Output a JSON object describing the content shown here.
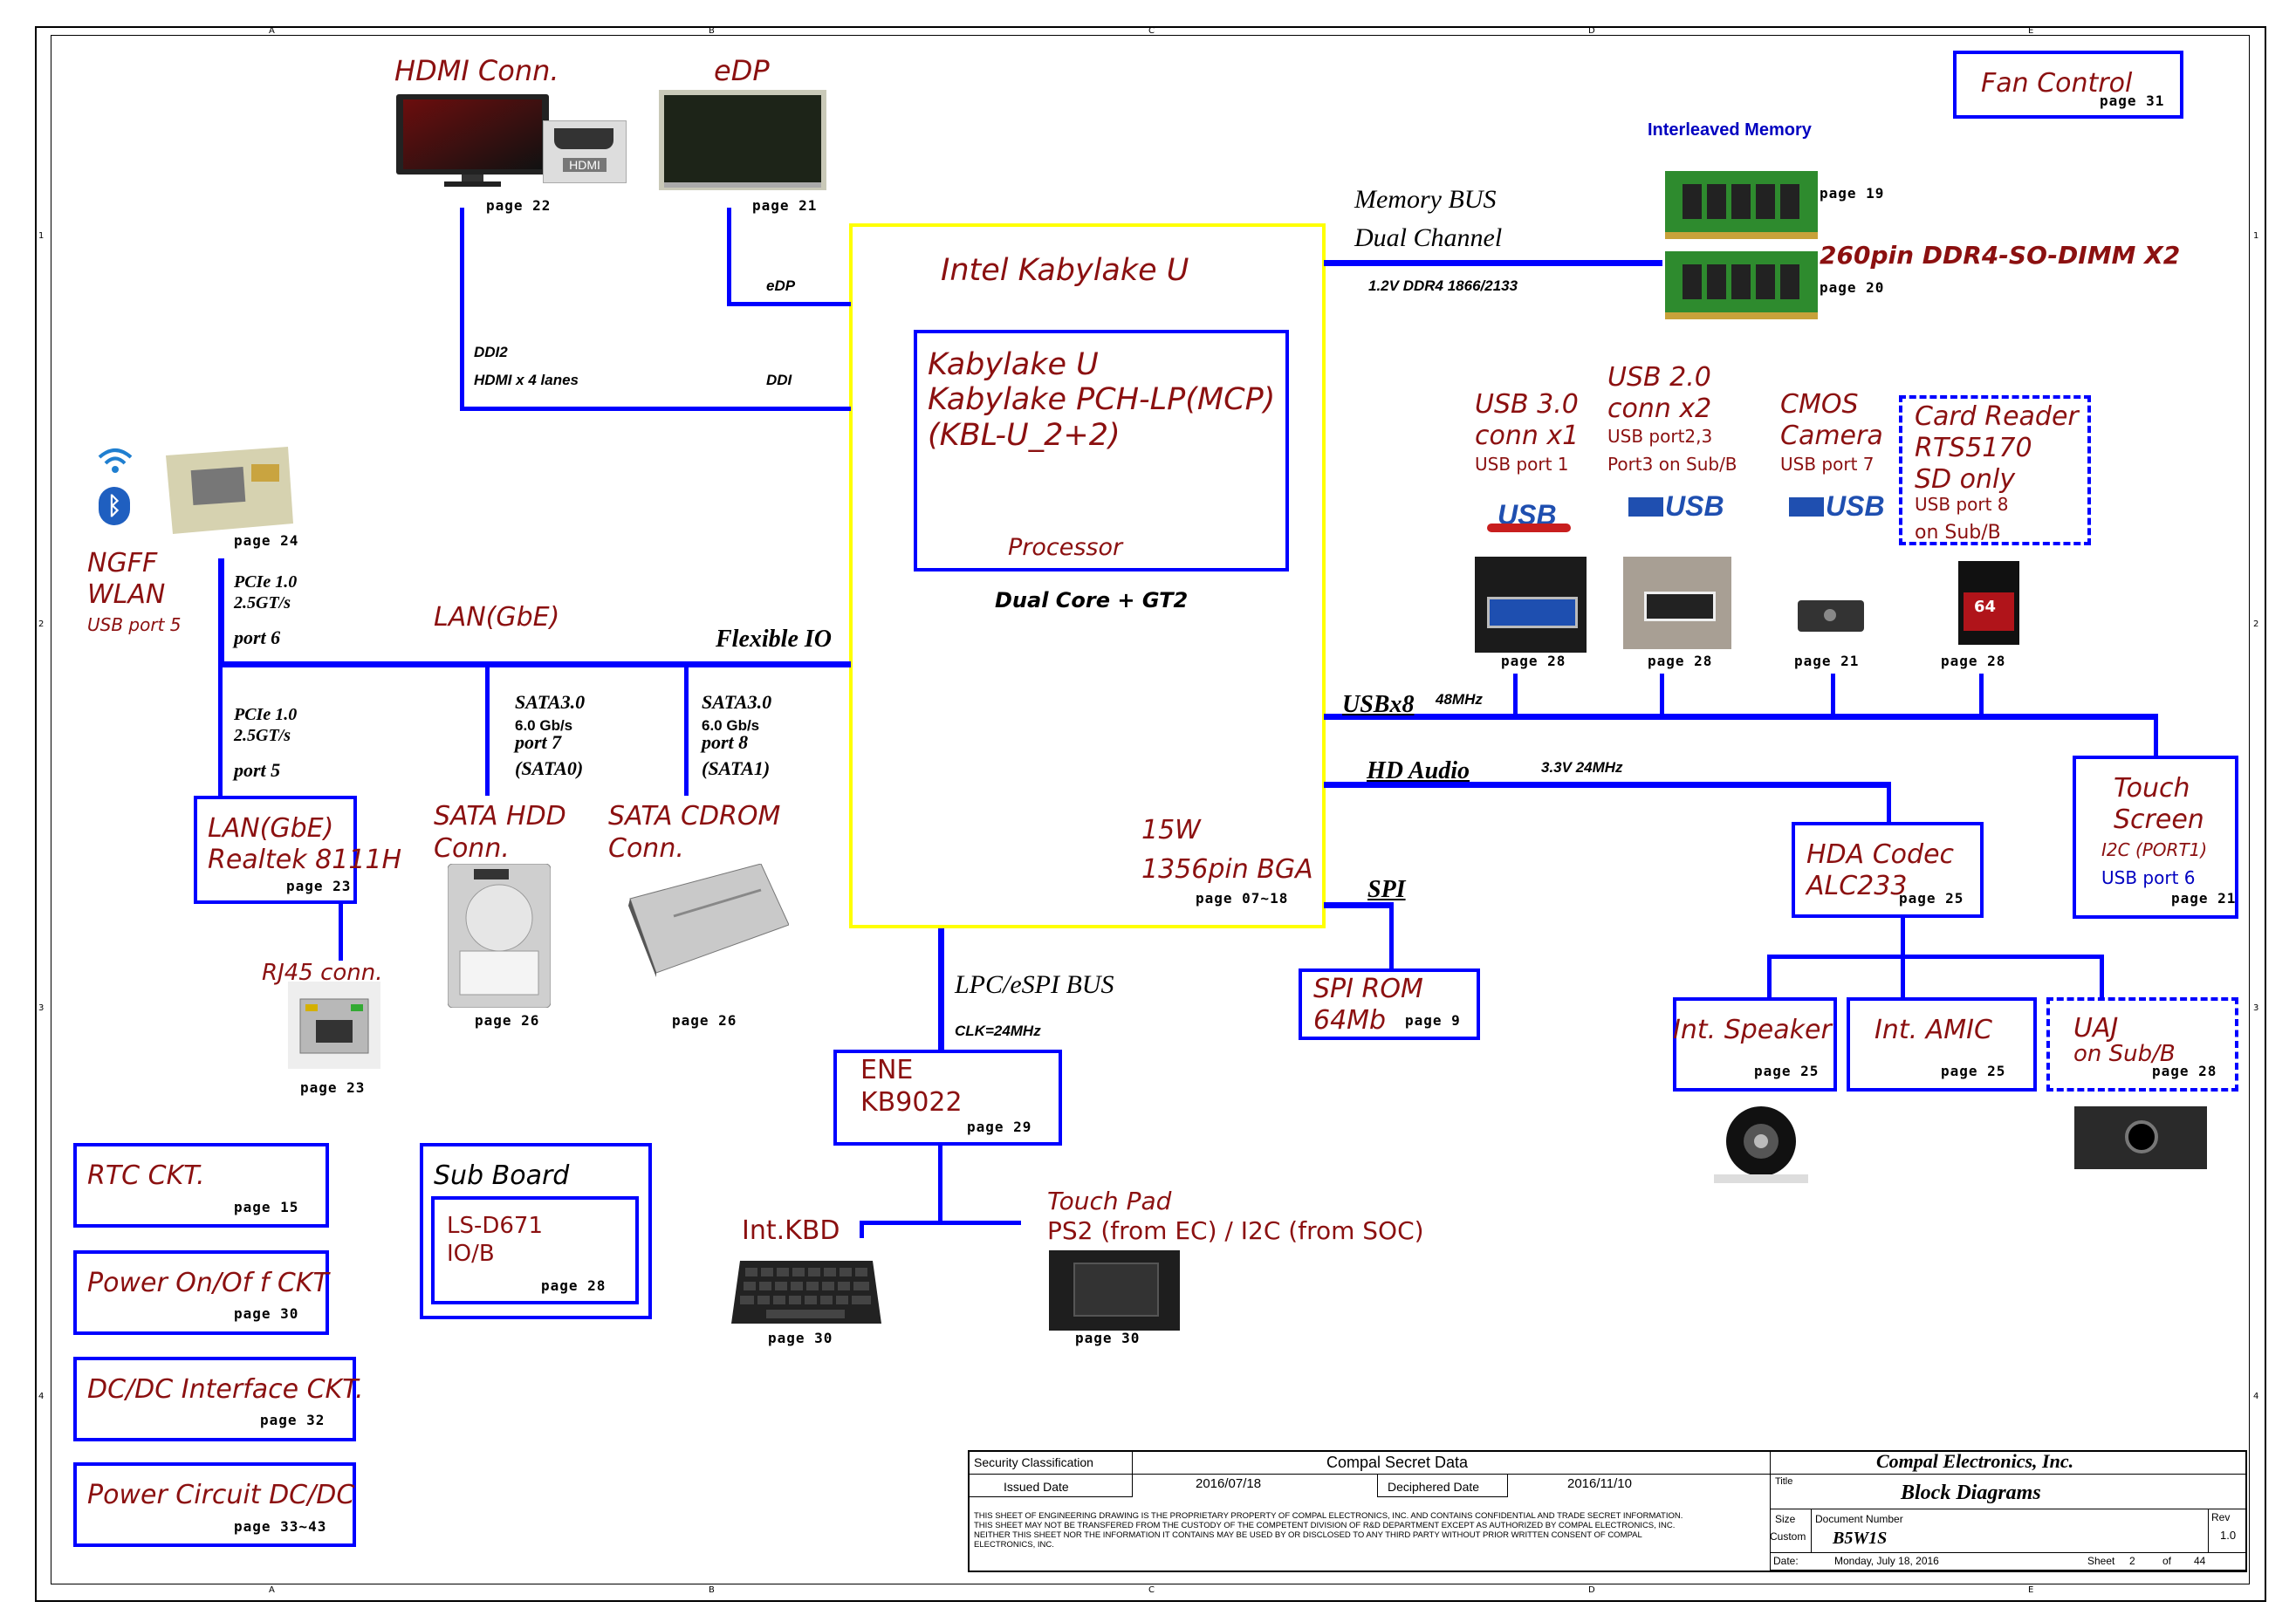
{
  "frame": {
    "col_markers": [
      "A",
      "B",
      "C",
      "D",
      "E"
    ],
    "row_markers": [
      "1",
      "2",
      "3",
      "4"
    ]
  },
  "hdmi": {
    "title": "HDMI Conn.",
    "page": "page  22",
    "badge": "HDMI"
  },
  "edp": {
    "title": "eDP",
    "page": "page  21"
  },
  "fan": {
    "title": "Fan Control",
    "page": "page  31"
  },
  "memory": {
    "interleaved": "Interleaved  Memory",
    "bus": "Memory  BUS",
    "channel": "Dual  Channel",
    "spec": "1.2V  DDR4  1866/2133",
    "page1": "page  19",
    "page2": "page  20",
    "dimm": "260pin  DDR4-SO-DIMM  X2"
  },
  "cpu": {
    "title": "Intel Kabylake U",
    "inner_l1": "Kabylake U",
    "inner_l2": "Kabylake PCH-LP(MCP)",
    "inner_l3": "(KBL-U_2+2)",
    "processor": "Processor",
    "cores": "Dual Core + GT2",
    "power": "15W",
    "package": "1356pin  BGA",
    "page": "page  07~18",
    "flex_io": "Flexible  IO",
    "edp_label": "eDP",
    "ddi2": "DDI2",
    "hdmi_lanes": "HDMI x 4  lanes",
    "ddi": "DDI"
  },
  "wlan": {
    "page": "page  24",
    "title1": "NGFF",
    "title2": "WLAN",
    "usb": "USB port 5",
    "pcie": "PCIe  1.0",
    "speed": "2.5GT/s",
    "port": "port 6",
    "lan_label": "LAN(GbE)"
  },
  "lan": {
    "pcie": "PCIe  1.0",
    "speed": "2.5GT/s",
    "port": "port 5",
    "title1": "LAN(GbE)",
    "title2": "Realtek  8111H",
    "page": "page  23",
    "rj45": "RJ45  conn.",
    "rj45_page": "page  23"
  },
  "sata0": {
    "bus": "SATA3.0",
    "speed": "6.0  Gb/s",
    "port": "port  7",
    "id": "(SATA0)",
    "title1": "SATA HDD",
    "title2": "Conn.",
    "page": "page  26"
  },
  "sata1": {
    "bus": "SATA3.0",
    "speed": "6.0  Gb/s",
    "port": "port  8",
    "id": "(SATA1)",
    "title1": "SATA CDROM",
    "title2": "Conn.",
    "page": "page  26"
  },
  "usb3": {
    "t1": "USB 3.0",
    "t2": "conn  x1",
    "port": "USB port 1",
    "page": "page  28",
    "logo": "USB"
  },
  "usb2": {
    "t1": "USB 2.0",
    "t2": "conn  x2",
    "port": "USB port2,3",
    "port2": "Port3 on Sub/B",
    "page": "page  28",
    "logo": "USB"
  },
  "camera": {
    "t1": "CMOS",
    "t2": "Camera",
    "port": "USB port 7",
    "page": "page  21",
    "logo": "USB"
  },
  "card": {
    "t1": "Card Reader",
    "t2": "RTS5170",
    "t3": "SD  only",
    "port": "USB port 8",
    "sub": "on Sub/B",
    "page": "page  28",
    "sd": "64"
  },
  "usbbus": {
    "label": "USBx8",
    "freq": "48MHz"
  },
  "hda": {
    "label": "HD Audio",
    "freq": "3.3V  24MHz",
    "t1": "HDA Codec",
    "t2": "ALC233",
    "page": "page  25"
  },
  "touch": {
    "t1": "Touch",
    "t2": "Screen",
    "i2c": "I2C (PORT1)",
    "port": "USB port 6",
    "page": "page  21"
  },
  "spi": {
    "label": "SPI",
    "t1": "SPI ROM",
    "t2": "64Mb",
    "page": "page  9"
  },
  "lpc": {
    "label": "LPC/eSPI  BUS",
    "clk": "CLK=24MHz"
  },
  "ene": {
    "t1": "ENE",
    "t2": "KB9022",
    "page": "page  29"
  },
  "speaker": {
    "t": "Int.  Speaker",
    "page": "page  25"
  },
  "amic": {
    "t": "Int.  AMIC",
    "page": "page  25"
  },
  "uaj": {
    "t1": "UAJ",
    "t2": "on Sub/B",
    "page": "page  28"
  },
  "kbd": {
    "t": "Int.KBD",
    "page": "page  30"
  },
  "touchpad": {
    "t1": "Touch  Pad",
    "t2": "PS2 (from EC) / I2C (from SOC)",
    "page": "page  30"
  },
  "rtc": {
    "t": "RTC CKT.",
    "page": "page  15"
  },
  "power_on": {
    "t": "Power On/Of f  CKT",
    "page": "page  30"
  },
  "dcdc_if": {
    "t": "DC/DC Interface CKT.",
    "page": "page  32"
  },
  "power_circuit": {
    "t": "Power Circuit DC/DC",
    "page": "page  33~43"
  },
  "subboard": {
    "t": "Sub  Board",
    "t1": "LS-D671",
    "t2": "IO/B",
    "page": "page  28"
  },
  "titleblock": {
    "security": "Security  Classification",
    "secret": "Compal  Secret  Data",
    "company": "Compal Electronics, Inc.",
    "issued": "Issued  Date",
    "issued_val": "2016/07/18",
    "deciphered": "Deciphered  Date",
    "deciphered_val": "2016/11/10",
    "title_lbl": "Title",
    "title": "Block Diagrams",
    "notice": "THIS SHEET OF ENGINEERING DRAWING IS THE PROPRIETARY PROPERTY OF COMPAL ELECTRONICS, INC. AND CONTAINS CONFIDENTIAL AND TRADE SECRET INFORMATION. THIS SHEET MAY NOT BE TRANSFERED FROM THE CUSTODY OF THE COMPETENT DIVISION OF R&D DEPARTMENT EXCEPT AS AUTHORIZED BY COMPAL ELECTRONICS, INC. NEITHER THIS SHEET NOR THE INFORMATION IT CONTAINS MAY BE USED BY OR DISCLOSED TO ANY THIRD PARTY WITHOUT PRIOR WRITTEN CONSENT OF COMPAL ELECTRONICS, INC.",
    "size": "Size",
    "custom": "Custom",
    "docnum": "Document  Number",
    "docval": "B5W1S",
    "rev": "Rev",
    "revval": "1.0",
    "date_lbl": "Date:",
    "date": "Monday, July 18, 2016",
    "sheet_lbl": "Sheet",
    "sheet": "2",
    "of": "of",
    "total": "44"
  }
}
